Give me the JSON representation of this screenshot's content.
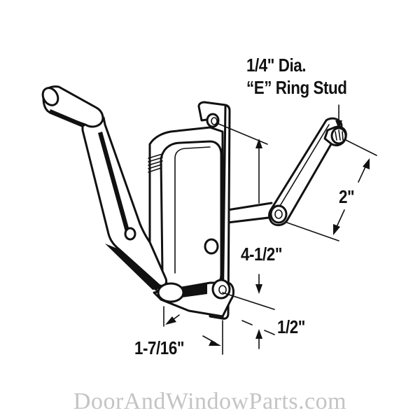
{
  "diagram": {
    "subject": "casement window operator with crank handle",
    "labels": {
      "stud_line1": "1/4\" Dia.",
      "stud_line2": "“E” Ring Stud",
      "arm_length": "2\"",
      "height": "4-1/2\"",
      "offset": "1/2\"",
      "width": "1-7/16\""
    },
    "colors": {
      "line": "#111111",
      "background": "#ffffff",
      "watermark": "#c4c4c4"
    }
  },
  "watermark": {
    "text": "DoorAndWindowParts.com"
  }
}
